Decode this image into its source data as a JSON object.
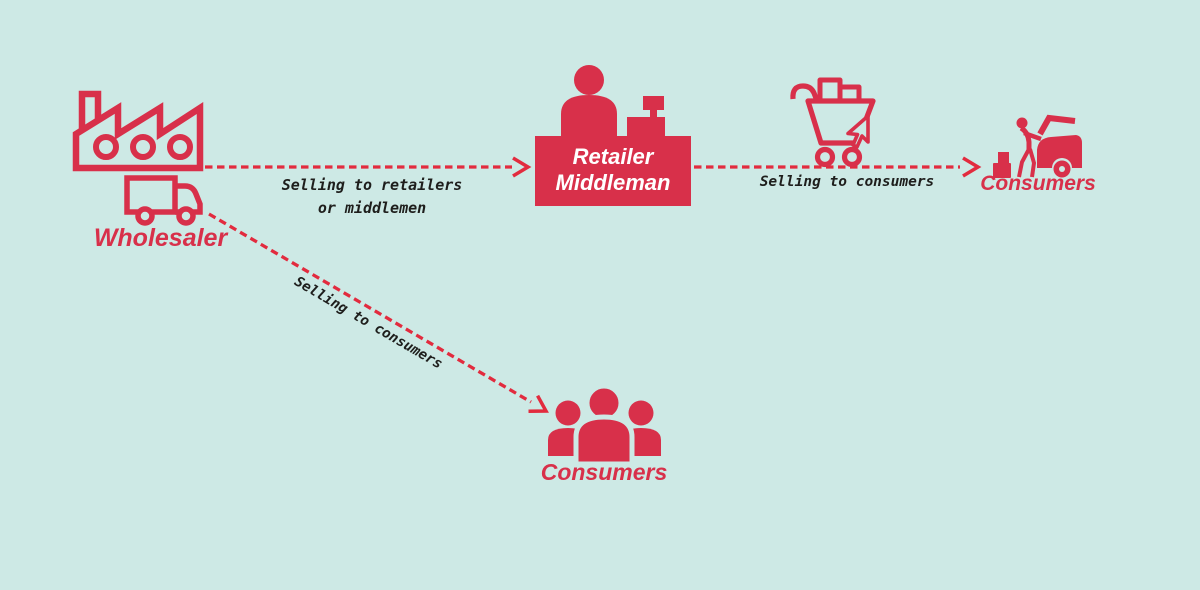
{
  "colors": {
    "background": "#cde9e5",
    "accent": "#d8304a",
    "dash_line": "#e22b3e",
    "edge_text": "#1e1e1c",
    "box_text": "#ffffff"
  },
  "nodes": {
    "wholesaler": {
      "label": "Wholesaler",
      "icons": [
        "factory-icon",
        "truck-icon"
      ]
    },
    "retailer": {
      "line1": "Retailer",
      "line2": "Middleman",
      "icons": [
        "cashier-person-icon",
        "cash-register-icon"
      ]
    },
    "consumers_right": {
      "label": "Consumers",
      "icon": "car-trunk-loading-icon"
    },
    "consumers_bottom": {
      "label": "Consumers",
      "icon": "people-group-icon"
    }
  },
  "edges": {
    "to_retailer": {
      "line1": "Selling to retailers",
      "line2": "or middlemen",
      "style": "red-dashed-arrow"
    },
    "to_consumers_right": {
      "label": "Selling to consumers",
      "icon": "shopping-cart-icon",
      "style": "red-dashed-arrow"
    },
    "to_consumers_bottom": {
      "label": "Selling to consumers",
      "style": "red-dashed-arrow"
    }
  }
}
